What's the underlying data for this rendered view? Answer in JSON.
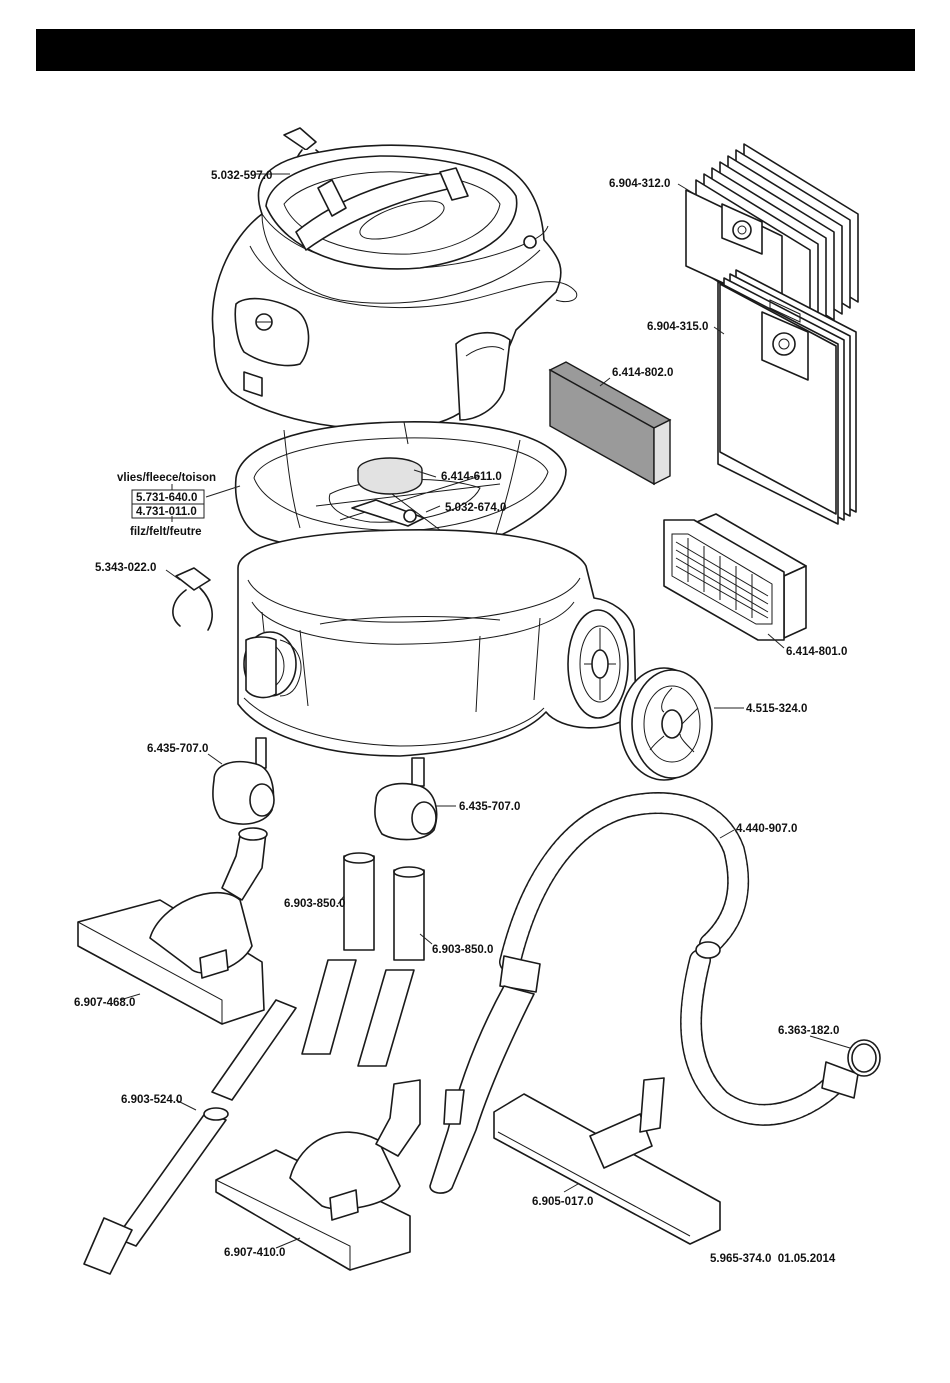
{
  "labels": {
    "lid_clip": "5.032-597.0",
    "paper_bag": "6.904-312.0",
    "fleece_bag": "6.904-315.0",
    "motor_filter": "6.414-802.0",
    "disc_filter": "6.414-611.0",
    "basket": "5.032-674.0",
    "filter_material_header": "vlies/fleece/toison",
    "fleece_basket": "5.731-640.0",
    "felt_basket": "4.731-011.0",
    "filter_material_footer": "filz/felt/feutre",
    "side_clip": "5.343-022.0",
    "hepa_filter": "6.414-801.0",
    "wheel": "4.515-324.0",
    "castor_left": "6.435-707.0",
    "castor_right": "6.435-707.0",
    "hose": "4.440-907.0",
    "crevice_nozzle_a": "6.903-850.0",
    "crevice_nozzle_b": "6.903-850.0",
    "floor_nozzle_top": "6.907-468.0",
    "hose_ring": "6.363-182.0",
    "suction_tube": "6.903-524.0",
    "parquet_nozzle": "6.905-017.0",
    "floor_nozzle_bottom": "6.907-410.0",
    "document_ref": "5.965-374.0  01.05.2014"
  }
}
